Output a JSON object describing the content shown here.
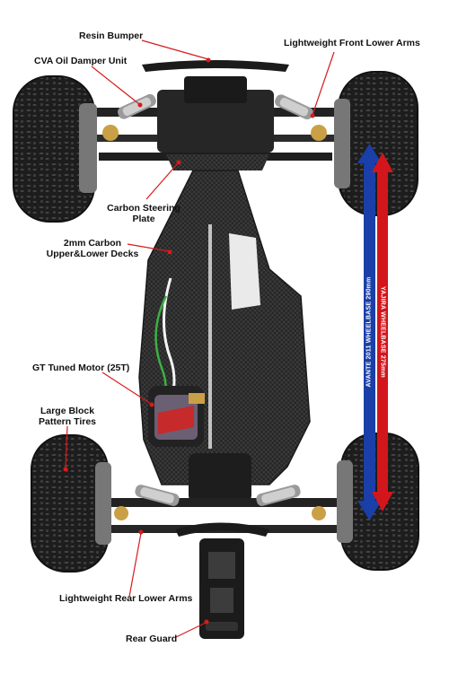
{
  "labels": {
    "resin_bumper": "Resin Bumper",
    "front_arms": "Lightweight Front Lower Arms",
    "oil_damper": "CVA Oil Damper Unit",
    "steering_plate_1": "Carbon Steering",
    "steering_plate_2": "Plate",
    "decks_1": "2mm Carbon",
    "decks_2": "Upper&Lower Decks",
    "motor": "GT Tuned Motor (25T)",
    "tires_1": "Large Block",
    "tires_2": "Pattern Tires",
    "rear_arms": "Lightweight Rear Lower Arms",
    "rear_guard": "Rear Guard"
  },
  "wheelbase": {
    "blue_text": "AVANTE 2011 WHEELBASE 290mm",
    "red_text": "YAJIRA WHEELBASE 275mm",
    "blue_color": "#1b3fa8",
    "red_color": "#d3151c"
  },
  "colors": {
    "leader_line": "#d81b1b",
    "chassis": "#2a2a2a",
    "tire": "#1c1c1c"
  }
}
